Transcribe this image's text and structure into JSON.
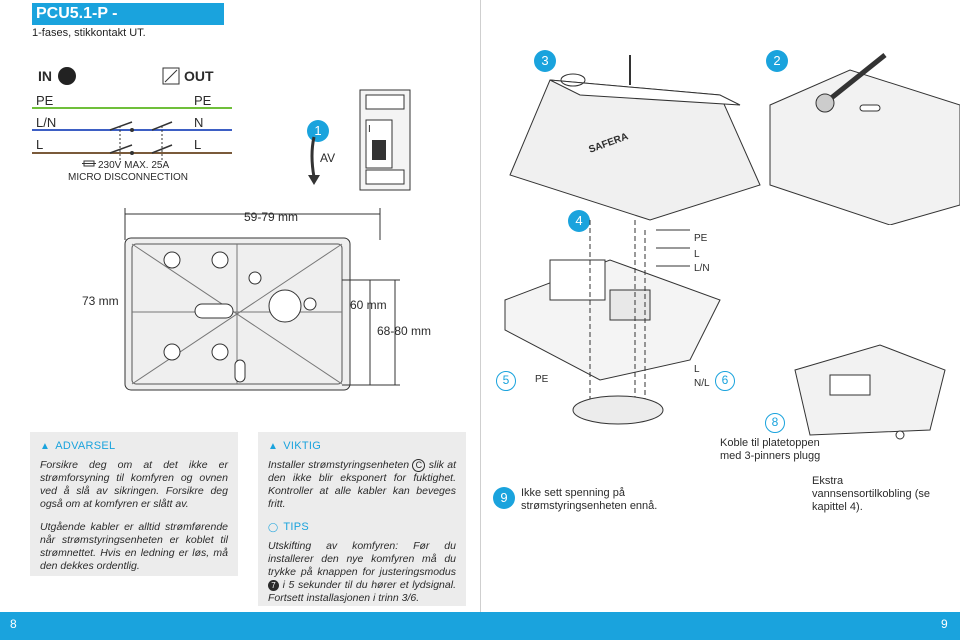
{
  "header": {
    "title": "PCU5.1-P - INSTALLASJON",
    "subtitle": "1-fases, stikkontakt UT."
  },
  "wiring": {
    "in_label": "IN",
    "out_label": "OUT",
    "left_rows": [
      "PE",
      "L/N",
      "L"
    ],
    "right_rows": [
      "PE",
      "N",
      "L"
    ],
    "disconnect_line1": "230V MAX. 25A",
    "disconnect_line2": "MICRO DISCONNECTION"
  },
  "breaker": {
    "step": "1",
    "off_label": "AV",
    "symbol": "I"
  },
  "dimensions": {
    "width": "59-79 mm",
    "height": "73 mm",
    "inner": "60 mm",
    "depth": "68-80 mm"
  },
  "steps": {
    "s2": "2",
    "s3": "3",
    "s4": "4",
    "s5": "5",
    "s6": "6",
    "s7": "7",
    "s8": "8",
    "s9": "9"
  },
  "cover_brand": "SAFERA",
  "wires_top": [
    "PE",
    "L",
    "L/N"
  ],
  "wires_bottom": {
    "pe": "PE",
    "l": "L",
    "nl": "N/L"
  },
  "warning": {
    "heading": "ADVARSEL",
    "p1": "Forsikre deg om at det ikke er strømforsyning til komfyren og ovnen ved å slå av sikringen. Forsikre deg også om at komfyren er slått av.",
    "p2": "Utgående kabler er alltid strømførende når strømstyringsenheten er koblet til strømnettet. Hvis en ledning er løs, må den dekkes ordentlig."
  },
  "important": {
    "heading": "VIKTIG",
    "p1_a": "Installer strømstyringsenheten",
    "c_mark": "C",
    "p1_b": "slik at den ikke blir eksponert for fuktighet. Kontroller at alle kabler kan beveges fritt."
  },
  "tips": {
    "heading": "TIPS",
    "p_a": "Utskifting av komfyren: Før du installerer den nye komfyren må du trykke på knappen for justeringsmodus",
    "n_mark": "7",
    "p_b": "i 5 sekunder til du hører et lydsignal. Fortsett installasjonen i trinn 3/6."
  },
  "step9_text": "Ikke sett spenning på strømstyringsenheten ennå.",
  "step8": {
    "text1": "Koble til platetoppen med 3-pinners plugg",
    "text2": "Ekstra vannsensortilkobling (se kapittel 4)."
  },
  "pages": {
    "left": "8",
    "right": "9"
  },
  "colors": {
    "accent": "#1aa3dd",
    "pe_wire": "#6fbf3a",
    "n_wire": "#3d5fc4",
    "l_wire": "#7a5a3a",
    "panel_bg": "#ececec"
  }
}
